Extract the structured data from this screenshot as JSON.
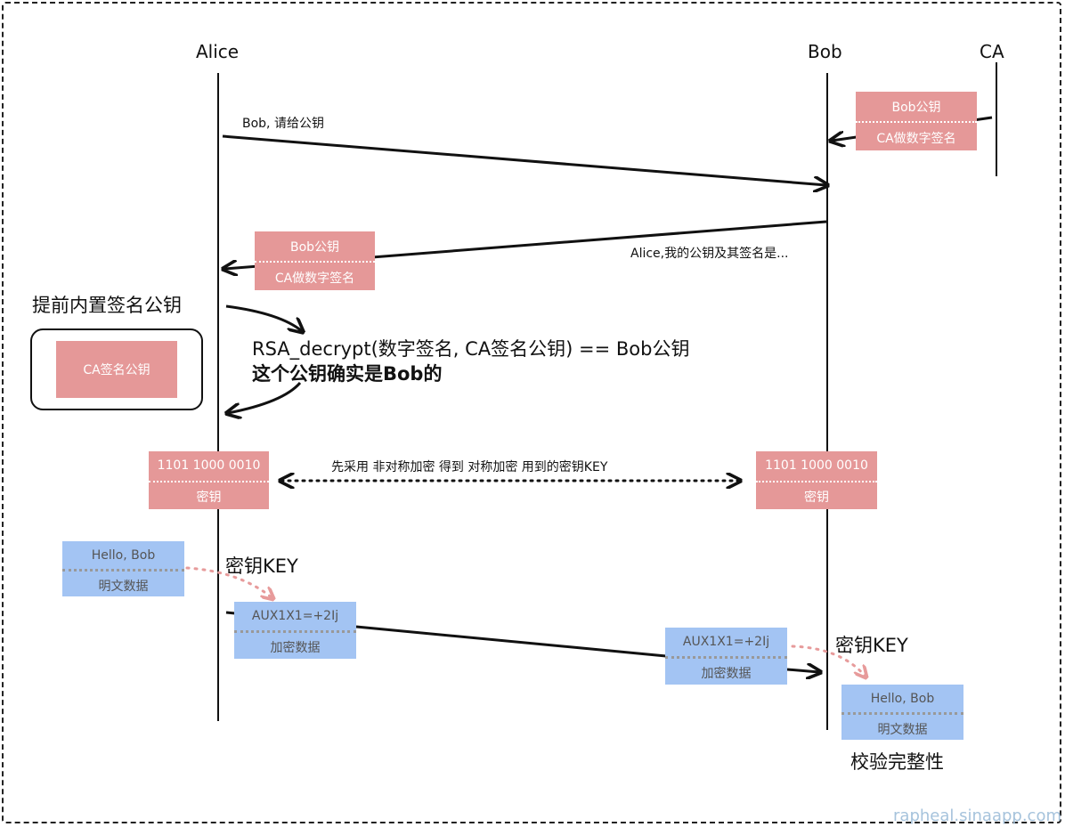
{
  "actors": {
    "alice": "Alice",
    "bob": "Bob",
    "ca": "CA"
  },
  "messages": {
    "request_key": "Bob, 请给公钥",
    "reply_key": "Alice,我的公钥及其签名是...",
    "key_exchange": "先采用 非对称加密 得到 对称加密 用到的密钥KEY"
  },
  "cert_box": {
    "line1": "Bob公钥",
    "line2": "CA做数字签名"
  },
  "preinstalled": {
    "label": "提前内置签名公钥",
    "key": "CA签名公钥"
  },
  "verify": {
    "line1": "RSA_decrypt(数字签名, CA签名公钥) == Bob公钥",
    "line2": "这个公钥确实是Bob的"
  },
  "key_box": {
    "bits": "1101 1000 0010",
    "label": "密钥"
  },
  "plain_box": {
    "text": "Hello, Bob",
    "label": "明文数据"
  },
  "cipher_box": {
    "text": "AUX1X1=+2Ij",
    "label": "加密数据"
  },
  "key_label": "密钥KEY",
  "integrity": "校验完整性",
  "watermark": "rapheal.sinaapp.com",
  "colors": {
    "pink": "#e59898",
    "blue": "#a3c4f3",
    "dotted_arrow": "#e79b9b"
  }
}
